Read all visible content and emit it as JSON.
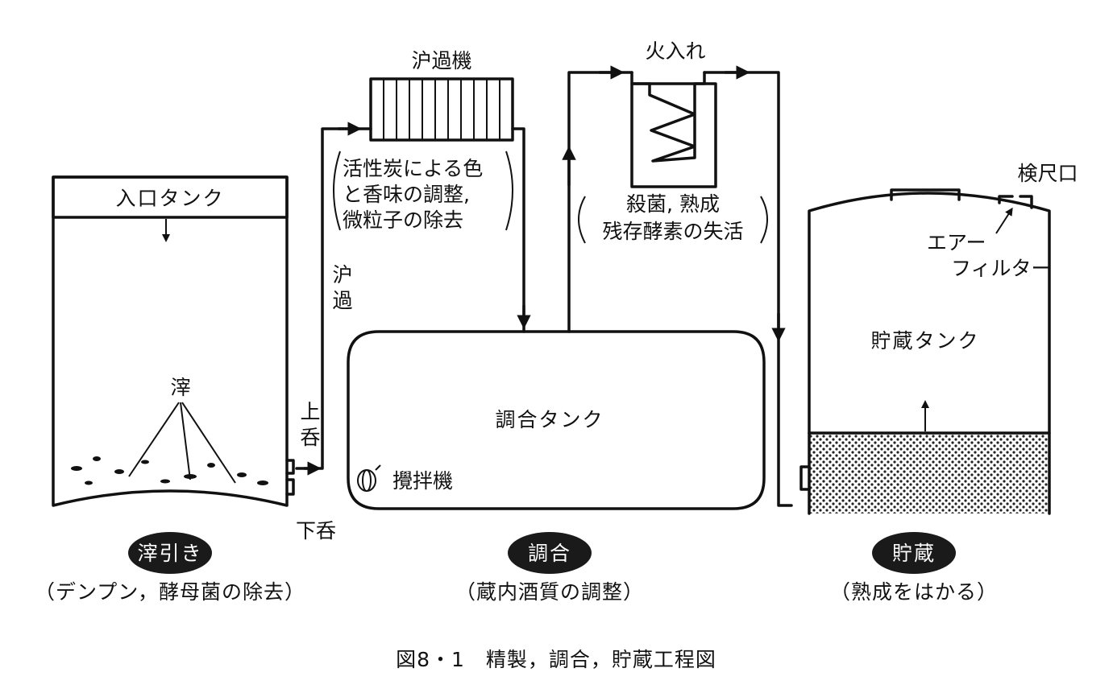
{
  "labels": {
    "filter_machine": "沪過機",
    "filter_note_1": "活性炭による色",
    "filter_note_2": "と香味の調整,",
    "filter_note_3": "微粒子の除去",
    "heating": "火入れ",
    "heating_note_1": "殺菌, 熟成",
    "heating_note_2": "残存酵素の失活",
    "inlet_tank": "入口タンク",
    "filtration_1": "沪",
    "filtration_2": "過",
    "lees": "滓",
    "upper_tap_1": "上",
    "upper_tap_2": "呑",
    "lower_tap": "下呑",
    "blending_tank": "調合タンク",
    "agitator": "攪拌機",
    "gauge_port": "検尺口",
    "air_filter_1": "エアー",
    "air_filter_2": "フィルター",
    "storage_tank": "貯蔵タンク"
  },
  "stages": [
    {
      "badge": "滓引き",
      "note": "（デンプン，酵母菌の除去）"
    },
    {
      "badge": "調合",
      "note": "（蔵内酒質の調整）"
    },
    {
      "badge": "貯蔵",
      "note": "（熟成をはかる）"
    }
  ],
  "figure_caption": "図8・1　精製，調合，貯蔵工程図",
  "colors": {
    "ink": "#111111",
    "badge_fill": "#1a1a1a",
    "paper": "#ffffff"
  }
}
